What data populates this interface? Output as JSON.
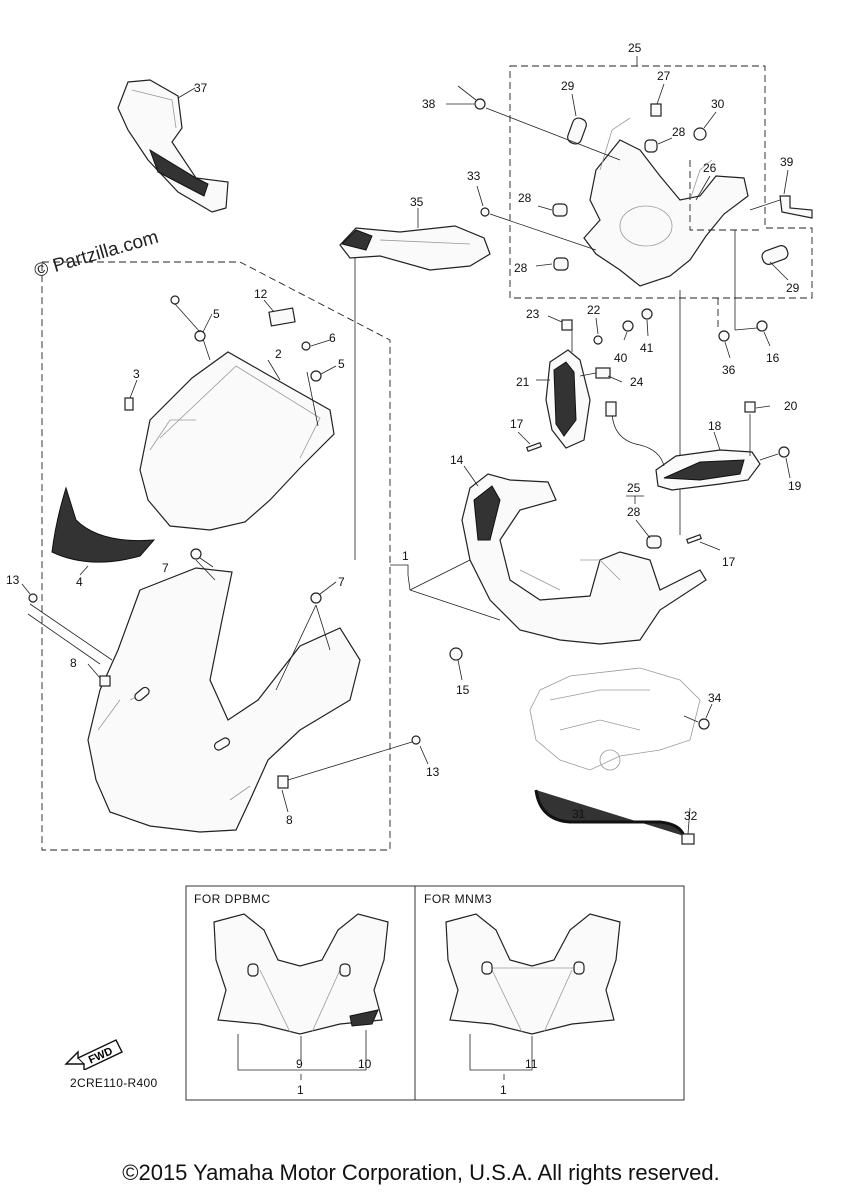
{
  "watermark": "© Partzilla.com",
  "diagram_code": "2CRE110-R400",
  "fwd_label": "FWD",
  "copyright": "©2015 Yamaha Motor Corporation, U.S.A. All rights reserved.",
  "variants": [
    {
      "title": "FOR DPBMC",
      "callouts": [
        "9",
        "10",
        "1"
      ]
    },
    {
      "title": "FOR MNM3",
      "callouts": [
        "11",
        "1"
      ]
    }
  ],
  "callouts": {
    "c1": "1",
    "c2": "2",
    "c3": "3",
    "c4": "4",
    "c5a": "5",
    "c5b": "5",
    "c6": "6",
    "c7a": "7",
    "c7b": "7",
    "c8a": "8",
    "c8b": "8",
    "c13a": "13",
    "c13b": "13",
    "c12": "12",
    "c14": "14",
    "c15": "15",
    "c16": "16",
    "c17a": "17",
    "c17b": "17",
    "c18": "18",
    "c19": "19",
    "c20": "20",
    "c21": "21",
    "c22": "22",
    "c23": "23",
    "c24": "24",
    "c25a": "25",
    "c25b": "25",
    "c26": "26",
    "c27": "27",
    "c28a": "28",
    "c28b": "28",
    "c28c": "28",
    "c28d": "28",
    "c29a": "29",
    "c29b": "29",
    "c30": "30",
    "c31": "31",
    "c32": "32",
    "c33": "33",
    "c34": "34",
    "c35": "35",
    "c36": "36",
    "c37": "37",
    "c38": "38",
    "c39": "39",
    "c40": "40",
    "c41": "41"
  }
}
